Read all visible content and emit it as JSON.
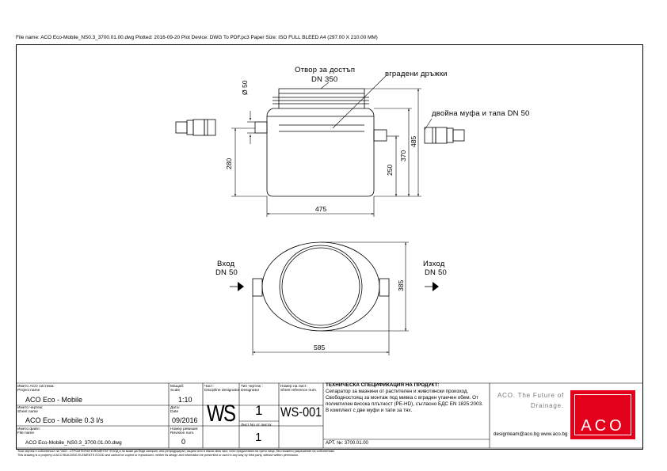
{
  "header": {
    "file_info": "File name: ACO Eco-Mobile_NS0.3_3700.01.00.dwg    Plotted: 2016-09-20    Plot Device: DWG To PDF.pc3    Paper Size: ISO FULL BLEED A4 (297.00 X 210.00 MM)"
  },
  "drawing": {
    "access_opening_line1": "Отвор за достъп",
    "access_opening_line2": "DN 350",
    "handles": "вградени дръжки",
    "double_sleeve": "двойна муфа и тапа DN 50",
    "pipe_diameter": "Ø 50",
    "dim_280": "280",
    "dim_250": "250",
    "dim_370": "370",
    "dim_485": "485",
    "dim_475": "475",
    "dim_385": "385",
    "dim_585": "585",
    "inlet_line1": "Вход",
    "inlet_line2": "DN 50",
    "outlet_line1": "Изход",
    "outlet_line2": "DN 50"
  },
  "title_block": {
    "project_label_bg": "Името ACO система:",
    "project_label_en": "Project name",
    "project_name": "ACO Eco - Mobile",
    "sheet_label_bg": "Името чертеж:",
    "sheet_label_en": "Sheet name",
    "sheet_name": "ACO Eco - Mobile 0.3 l/s",
    "file_label_bg": "Името файл:",
    "file_label_en": "File name",
    "file_name": "ACO Eco-Mobile_NS0.3_3700.01.00.dwg",
    "scale_label_bg": "Мащаб:",
    "scale_label_en": "Scale",
    "scale": "1:10",
    "date_label_bg": "Дата:",
    "date_label_en": "Date",
    "date": "09/2016",
    "revision_label_bg": "Номер ревизия:",
    "revision_label_en": "Revision num.",
    "revision": "0",
    "part_label_bg": "Част:",
    "part_label_en": "Discipline designator",
    "part": "WS",
    "type_label_bg": "Тип чертеж :",
    "type_label_en": "Designator",
    "type": "1",
    "sheet_no_label": "Лист No от листа:",
    "sheet_no": "1",
    "ref_label_bg": "Номер на лист:",
    "ref_label_en": "Sheet reference num.",
    "ref": "WS-001",
    "spec_title": "ТЕХНИЧЕСКА СПЕЦИФИКАЦИЯ НА ПРОДУКТ:",
    "spec_line1": "Сепаратор за мазнини от растителен и животински произход.",
    "spec_line2": "Свободностоящ за монтаж под мивка с вграден утаечен обем. От",
    "spec_line3": "полиетилен висока плътност (PE-HD), съгласно БДС EN 1825:2003.",
    "spec_line4": "В комплект с две муфи и тапи за тях.",
    "article": "АРТ. №: 3700.01.00",
    "tagline_line1": "ACO. The Future of",
    "tagline_line2": "Drainage.",
    "contact": "designteam@aco.bg  www.aco.bg",
    "logo_text": "ACO",
    "brand_color": "#e3001b"
  },
  "footer": {
    "line_bg": "Този чертеж е собственост на \"АКО - СТРОИТЕЛНИ ЕЛЕМЕНТИ\" ЕООД и не може да бъде копиран, или репродуциран, изцяло или в някоя своя част, нито предоставян на трети лица, без писмено разрешение на собственика.",
    "line_en": "This drawing is a property of ACO BUILDING ELEMENTS EOOD and cannot be copied or reproduced, neither its design and information be presented or used in any way by third party, without written permission."
  }
}
